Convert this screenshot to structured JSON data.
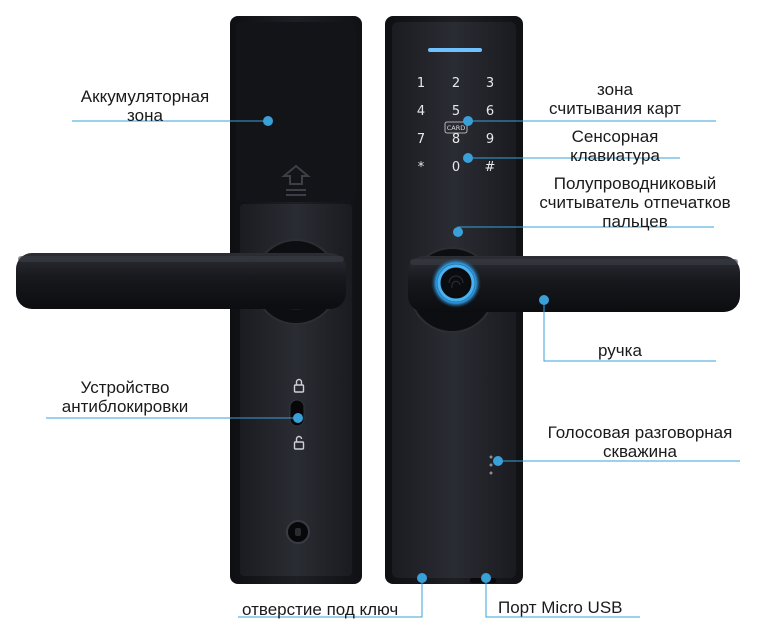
{
  "accent_color": "#3aa0d8",
  "lock_color": "#17181c",
  "led_color": "#6fc2ff",
  "icons": {
    "lock_closed": "lock-icon",
    "lock_open": "unlock-icon",
    "up_arrow": "arrow-up-icon",
    "fingerprint": "fingerprint-icon"
  },
  "keypad": {
    "keys": [
      "1",
      "2",
      "3",
      "4",
      "5",
      "6",
      "7",
      "8",
      "9",
      "*",
      "0",
      "#"
    ],
    "card_badge": "CARD"
  },
  "callouts": {
    "battery_zone": [
      "Аккумуляторная",
      "зона"
    ],
    "card_reader": [
      "зона",
      "считывания карт"
    ],
    "touch_keypad": [
      "Сенсорная",
      "клавиатура"
    ],
    "fingerprint_reader": [
      "Полупроводниковый",
      "считыватель отпечатков",
      "пальцев"
    ],
    "handle": [
      "ручка"
    ],
    "anti_lock": [
      "Устройство",
      "антиблокировки"
    ],
    "voice_hole": [
      "Голосовая разговорная",
      "скважина"
    ],
    "keyhole": [
      "отверстие под ключ"
    ],
    "usb_port": [
      "Порт Micro USB"
    ]
  }
}
